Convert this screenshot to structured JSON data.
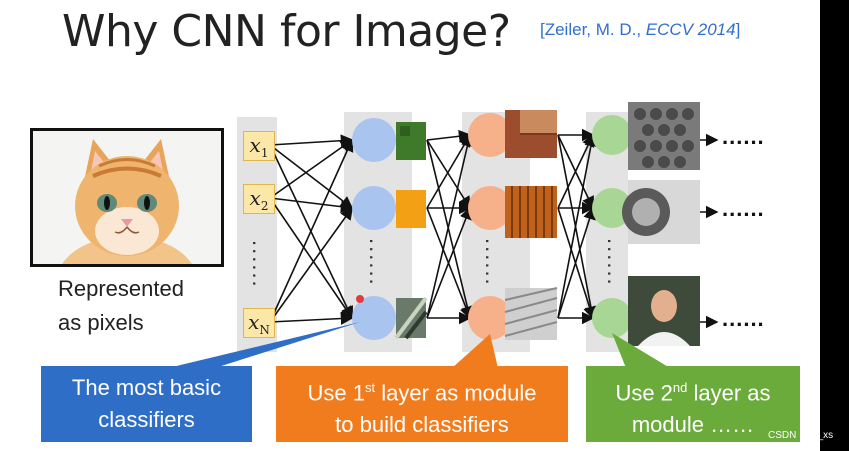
{
  "title": "Why CNN for Image?",
  "citation": {
    "prefix": "[Zeiler, M. D., ",
    "venue": "ECCV 2014",
    "suffix": "]"
  },
  "image_caption": [
    "Represented",
    "as pixels"
  ],
  "inputs": [
    {
      "sym": "x",
      "sub": "1"
    },
    {
      "sym": "x",
      "sub": "2"
    },
    {
      "sym": "x",
      "sub": "N"
    }
  ],
  "vertical_dots": "......",
  "output_dots": "......",
  "callouts": [
    {
      "line1": "The most basic",
      "line2": "classifiers",
      "color": "#2f6ec7"
    },
    {
      "line1_pre": "Use 1",
      "line1_sup": "st",
      "line1_post": " layer as module",
      "line2": "to build classifiers",
      "color": "#f07c1e"
    },
    {
      "line1_pre": "Use 2",
      "line1_sup": "nd",
      "line1_post": " layer as",
      "line2": "module ……",
      "color": "#6bab3c"
    }
  ],
  "colors": {
    "layer1": "#a9c4ee",
    "layer2": "#f6b08a",
    "layer3": "#a8d694",
    "citation": "#2e6fd1"
  },
  "watermark": "CSDN @zr_xs"
}
